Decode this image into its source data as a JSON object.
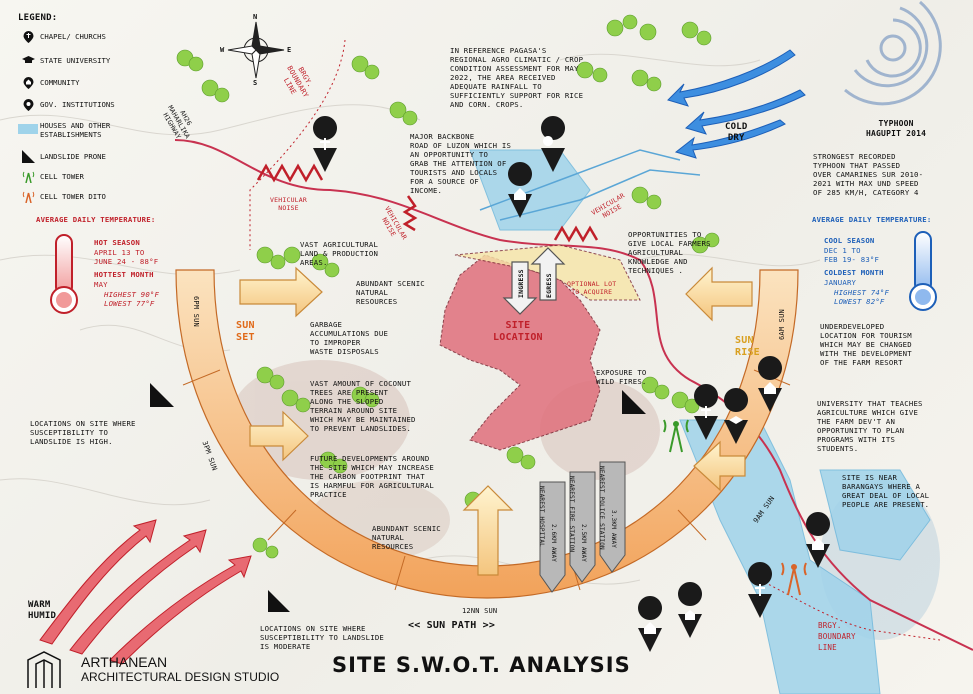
{
  "legend": {
    "title": "LEGEND:",
    "items": [
      {
        "label": "CHAPEL/ CHURCHS",
        "icon": "church-icon"
      },
      {
        "label": "STATE UNIVERSITY",
        "icon": "graduation-cap-icon"
      },
      {
        "label": "COMMUNITY",
        "icon": "community-pin-icon"
      },
      {
        "label": "GOV. INSTITUTIONS",
        "icon": "gov-pin-icon"
      },
      {
        "label": "HOUSES AND OTHER\nESTABLISHMENTS",
        "icon": "houses-area-swatch"
      },
      {
        "label": "LANDSLIDE PRONE",
        "icon": "landslide-icon"
      },
      {
        "label": "CELL TOWER",
        "icon": "cell-tower-green-icon"
      },
      {
        "label": "CELL TOWER DITO",
        "icon": "cell-tower-orange-icon"
      }
    ]
  },
  "colors": {
    "red": "#c0202a",
    "blue": "#1d5fb8",
    "sun_orange": "#f2a25a",
    "site_pink": "#e0707c",
    "river_blue": "#9fd3ea"
  },
  "labels": {
    "highway": "AH26\nMAHARLIKA\nHIGHWAY",
    "brgy_boundary_top": "BRGY.\nBOUNDARY\nLINE",
    "brgy_boundary_bottom": "BRGY.\nBOUNDARY\nLINE",
    "vehicular_noise_1": "VEHICULAR\nNOISE",
    "vehicular_noise_2": "VEHICULAR\nNOISE",
    "vehicular_noise_3": "VEHICULAR\nNOISE",
    "site_location": "SITE\nLOCATION",
    "ingress": "INGRESS",
    "egress": "EGRESS",
    "optional_lot": "OPTIONAL LOT\nTO ACQUIRE",
    "sun_set": "SUN\nSET",
    "sun_rise": "SUN\nRISE",
    "sun_path": "<< SUN PATH >>",
    "sun_12nn": "12NN SUN",
    "sun_3pm": "3PM SUN",
    "sun_6pm": "6PM SUN",
    "sun_6am": "6AM SUN",
    "sun_9am": "9AM SUN",
    "cold_dry": "COLD\nDRY",
    "warm_humid": "WARM\nHUMID",
    "typhoon_title": "TYPHOON\nHAGUPIT 2014",
    "page_title": "SITE S.W.O.T. ANALYSIS",
    "brand_name": "ARTHANEAN",
    "brand_sub": "ARCHITECTURAL DESIGN STUDIO"
  },
  "compass": {
    "n": "N",
    "s": "S",
    "e": "E",
    "w": "W"
  },
  "distance_arrows": [
    {
      "label": "NEAREST HOSPITAL",
      "distance": "2.6KM AWAY"
    },
    {
      "label": "NEAREST FIRE STATION",
      "distance": "2.5KM AWAY"
    },
    {
      "label": "NEAREST POLICE STATION",
      "distance": "3.3KM AWAY"
    }
  ],
  "temp_left": {
    "title": "AVERAGE DAILY TEMPERATURE:",
    "season": "HOT SEASON",
    "season_dates": "APRIL 13 TO\nJUNE 24 - 88°F",
    "month": "HOTTEST MONTH",
    "month_name": "MAY",
    "highest": "HIGHEST 90°F",
    "lowest": "LOWEST 77°F"
  },
  "temp_right": {
    "title": "AVERAGE DAILY TEMPERATURE:",
    "season": "COOL SEASON",
    "season_dates": "DEC 1 TO\nFEB 19- 83°F",
    "month": "COLDEST MONTH",
    "month_name": "JANUARY",
    "highest": "HIGHEST 74°F",
    "lowest": "LOWEST 82°F"
  },
  "notes": {
    "pagasa": "IN REFERENCE PAGASA'S\nREGIONAL AGRO CLIMATIC / CROP\nCONDITION ASSESSMENT FOR MAY\n2022, THE AREA RECEIVED\nADEQUATE RAINFALL TO\nSUFFICIENTLY SUPPORT FOR RICE\nAND CORN. CROPS.",
    "backbone": "MAJOR BACKBONE\nROAD OF LUZON WHICH IS\nAN OPPORTUNITY TO\nGRAB THE ATTENTION OF\nTOURISTS AND LOCALS\nFOR A SOURCE OF\nINCOME.",
    "typhoon": "STRONGEST RECORDED\nTYPHOON THAT PASSED\nOVER CAMARINES SUR 2010-\n2021 WITH MAX UND SPEED\nOF 285 KM/H, CATEGORY 4",
    "local_farmers": "OPPORTUNITIES TO\nGIVE LOCAL FARMERS\nAGRICULTURAL\nKNOWLEDGE AND\nTECHNIQUES .",
    "vast_agri": "VAST AGRICULTURAL\nLAND & PRODUCTION\nAREAS.",
    "scenic_1": "ABUNDANT SCENIC\nNATURAL\nRESOURCES",
    "garbage": "GARBAGE\nACCUMULATIONS DUE\nTO IMPROPER\nWASTE DISPOSALS",
    "coconut": "VAST AMOUNT OF COCONUT\nTREES ARE PRESENT\nALONG THE SLOPED\nTERRAIN AROUND SITE\nWHICH MAY BE MAINTAINED\nTO PREVENT LANDSLIDES.",
    "future_dev": "FUTURE DEVELOPMENTS AROUND\nTHE SITE WHICH MAY INCREASE\nTHE CARBON FOOTPRINT THAT\nIS HARMFUL FOR AGRICULTURAL\nPRACTICE",
    "scenic_2": "ABUNDANT SCENIC\nNATURAL\nRESOURCES",
    "wildfire": "EXPOSURE TO\nWILD FIRES.",
    "landslide_high": "LOCATIONS ON SITE WHERE\nSUSCEPTIBILITY TO\nLANDSLIDE IS HIGH.",
    "landslide_moderate": "LOCATIONS ON SITE WHERE\nSUSCEPTIBILITY TO LANDSLIDE\nIS MODERATE",
    "tourism": "UNDERDEVELOPED\nLOCATION FOR TOURISM\nWHICH MAY BE CHANGED\nWITH THE DEVELOPMENT\nOF THE FARM RESORT",
    "university": "UNIVERSITY THAT TEACHES\nAGRICULTURE WHICH GIVE\nTHE FARM DEV'T AN\nOPPORTUNITY TO PLAN\nPROGRAMS WITH ITS\nSTUDENTS.",
    "barangays": "SITE IS NEAR\nBARANGAYS WHERE A\nGREAT DEAL OF LOCAL\nPEOPLE ARE PRESENT."
  }
}
